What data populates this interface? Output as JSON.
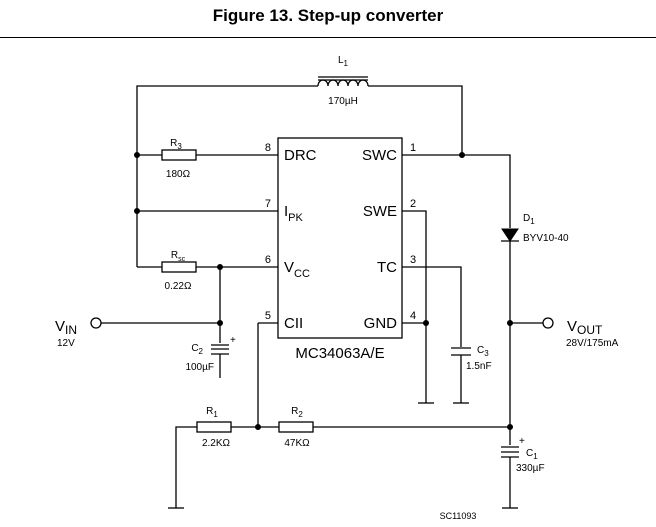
{
  "title": "Figure 13. Step-up converter",
  "ic": {
    "part": "MC34063A/E",
    "pins": [
      {
        "num": "8",
        "name": "DRC"
      },
      {
        "num": "7",
        "name": "I",
        "sub": "PK"
      },
      {
        "num": "6",
        "name": "V",
        "sub": "CC"
      },
      {
        "num": "5",
        "name": "CII"
      },
      {
        "num": "1",
        "name": "SWC"
      },
      {
        "num": "2",
        "name": "SWE"
      },
      {
        "num": "3",
        "name": "TC"
      },
      {
        "num": "4",
        "name": "GND"
      }
    ]
  },
  "components": {
    "L1": {
      "ref": "L",
      "sub": "1",
      "value": "170µH"
    },
    "R3": {
      "ref": "R",
      "sub": "3",
      "value": "180Ω"
    },
    "Rsc": {
      "ref": "R",
      "sub": "sc",
      "value": "0.22Ω"
    },
    "C2": {
      "ref": "C",
      "sub": "2",
      "value": "100µF"
    },
    "R1": {
      "ref": "R",
      "sub": "1",
      "value": "2.2KΩ"
    },
    "R2": {
      "ref": "R",
      "sub": "2",
      "value": "47KΩ"
    },
    "C3": {
      "ref": "C",
      "sub": "3",
      "value": "1.5nF"
    },
    "D1": {
      "ref": "D",
      "sub": "1",
      "value": "BYV10-40"
    },
    "C1": {
      "ref": "C",
      "sub": "1",
      "value": "330µF"
    }
  },
  "vin": {
    "label": "V",
    "sub": "IN",
    "value": "12V"
  },
  "vout": {
    "label": "V",
    "sub": "OUT",
    "value": "28V/175mA"
  },
  "code": "SC11093"
}
